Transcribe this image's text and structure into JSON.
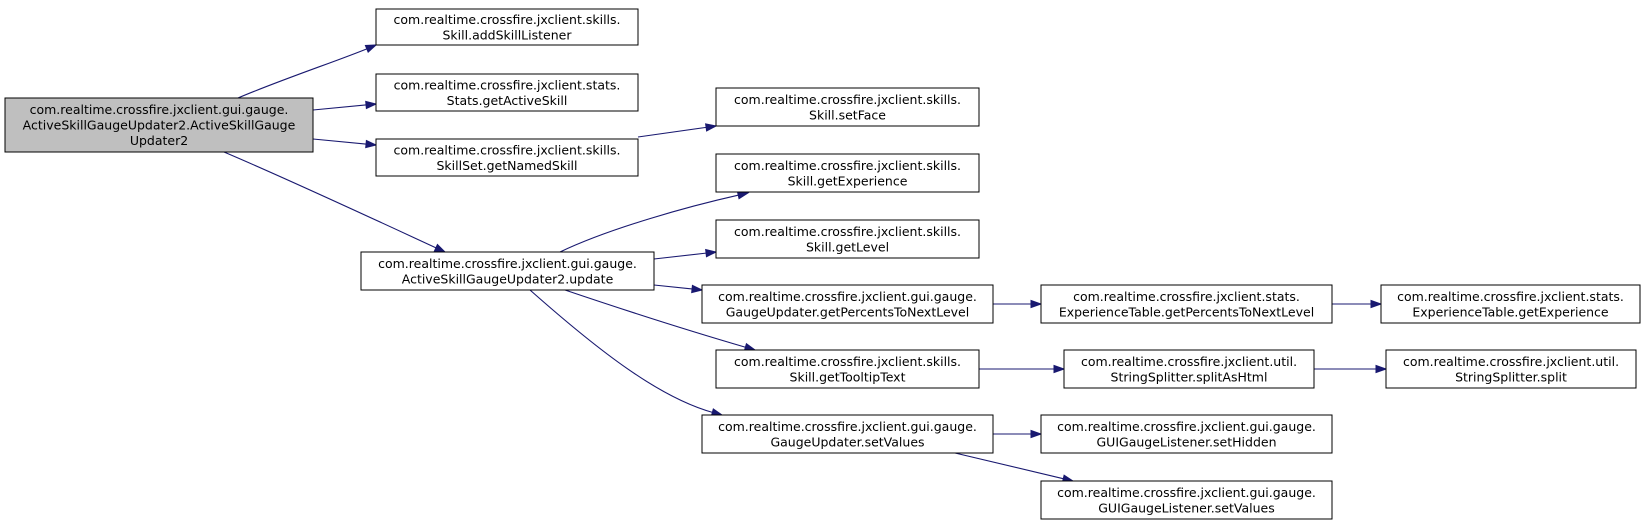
{
  "colors": {
    "edge": "#191970",
    "root_fill": "#bfbfbf",
    "node_fill": "#ffffff",
    "border": "#000000"
  },
  "nodes": [
    {
      "id": "root",
      "lines": [
        "com.realtime.crossfire.jxclient.gui.gauge.",
        "ActiveSkillGaugeUpdater2.ActiveSkillGauge",
        "Updater2"
      ]
    },
    {
      "id": "addSkillListener",
      "lines": [
        "com.realtime.crossfire.jxclient.skills.",
        "Skill.addSkillListener"
      ]
    },
    {
      "id": "getActiveSkill",
      "lines": [
        "com.realtime.crossfire.jxclient.stats.",
        "Stats.getActiveSkill"
      ]
    },
    {
      "id": "getNamedSkill",
      "lines": [
        "com.realtime.crossfire.jxclient.skills.",
        "SkillSet.getNamedSkill"
      ]
    },
    {
      "id": "update",
      "lines": [
        "com.realtime.crossfire.jxclient.gui.gauge.",
        "ActiveSkillGaugeUpdater2.update"
      ]
    },
    {
      "id": "setFace",
      "lines": [
        "com.realtime.crossfire.jxclient.skills.",
        "Skill.setFace"
      ]
    },
    {
      "id": "getExperience",
      "lines": [
        "com.realtime.crossfire.jxclient.skills.",
        "Skill.getExperience"
      ]
    },
    {
      "id": "getLevel",
      "lines": [
        "com.realtime.crossfire.jxclient.skills.",
        "Skill.getLevel"
      ]
    },
    {
      "id": "getPercentsToNextLevel",
      "lines": [
        "com.realtime.crossfire.jxclient.gui.gauge.",
        "GaugeUpdater.getPercentsToNextLevel"
      ]
    },
    {
      "id": "getTooltipText",
      "lines": [
        "com.realtime.crossfire.jxclient.skills.",
        "Skill.getTooltipText"
      ]
    },
    {
      "id": "gaugeSetValues",
      "lines": [
        "com.realtime.crossfire.jxclient.gui.gauge.",
        "GaugeUpdater.setValues"
      ]
    },
    {
      "id": "expTablePercents",
      "lines": [
        "com.realtime.crossfire.jxclient.stats.",
        "ExperienceTable.getPercentsToNextLevel"
      ]
    },
    {
      "id": "splitAsHtml",
      "lines": [
        "com.realtime.crossfire.jxclient.util.",
        "StringSplitter.splitAsHtml"
      ]
    },
    {
      "id": "setHidden",
      "lines": [
        "com.realtime.crossfire.jxclient.gui.gauge.",
        "GUIGaugeListener.setHidden"
      ]
    },
    {
      "id": "listenerSetValues",
      "lines": [
        "com.realtime.crossfire.jxclient.gui.gauge.",
        "GUIGaugeListener.setValues"
      ]
    },
    {
      "id": "expTableGetExperience",
      "lines": [
        "com.realtime.crossfire.jxclient.stats.",
        "ExperienceTable.getExperience"
      ]
    },
    {
      "id": "split",
      "lines": [
        "com.realtime.crossfire.jxclient.util.",
        "StringSplitter.split"
      ]
    }
  ],
  "edges": [
    {
      "from": "root",
      "to": "addSkillListener"
    },
    {
      "from": "root",
      "to": "getActiveSkill"
    },
    {
      "from": "root",
      "to": "getNamedSkill"
    },
    {
      "from": "root",
      "to": "update"
    },
    {
      "from": "getNamedSkill",
      "to": "setFace"
    },
    {
      "from": "update",
      "to": "getExperience"
    },
    {
      "from": "update",
      "to": "getLevel"
    },
    {
      "from": "update",
      "to": "getPercentsToNextLevel"
    },
    {
      "from": "update",
      "to": "getTooltipText"
    },
    {
      "from": "update",
      "to": "gaugeSetValues"
    },
    {
      "from": "getPercentsToNextLevel",
      "to": "expTablePercents"
    },
    {
      "from": "expTablePercents",
      "to": "expTableGetExperience"
    },
    {
      "from": "getTooltipText",
      "to": "splitAsHtml"
    },
    {
      "from": "splitAsHtml",
      "to": "split"
    },
    {
      "from": "gaugeSetValues",
      "to": "setHidden"
    },
    {
      "from": "gaugeSetValues",
      "to": "listenerSetValues"
    }
  ]
}
